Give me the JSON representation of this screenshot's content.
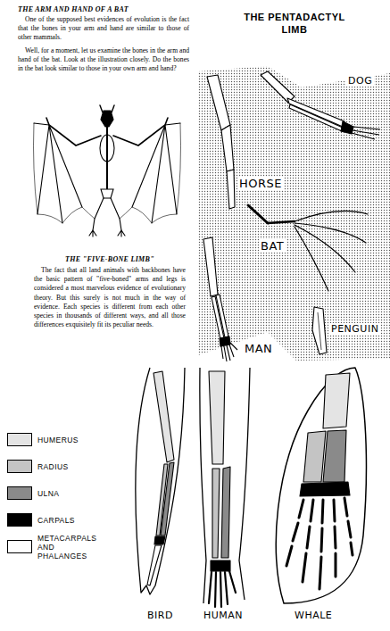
{
  "diagram": {
    "title": "THE PENTADACTYL LIMB",
    "labels": [
      "THE ARM AND HAND OF A BAT",
      "One of the supposed best evidences of evolution is the fact that the bones in your arm and hand are similar to those of other mammals.",
      "Well, for a moment, let us examine the bones in the arm and hand of the bat. Look at the illustration closely. Do the bones in the bat look similar to those in your own arm and hand?",
      "DOG",
      "HORSE",
      "BAT",
      "PENGUIN",
      "MAN",
      "THE \"FIVE-BONE LIMB\"",
      "The fact that all land animals with backbones have the basic pattern of \"five-boned\" arms and legs is considered a most marvelous evidence of evolutionary theory. But this surely is not much in the way of evidence. Each species is different from each other species in thousands of different ways, and all those differences exquisitely fit its peculiar needs.",
      "BIRD",
      "HUMAN",
      "WHALE"
    ],
    "legend": [
      {
        "text": "HUMERUS",
        "color": "#e4e4e4"
      },
      {
        "text": "RADIUS",
        "color": "#c4c4c4"
      },
      {
        "text": "ULNA",
        "color": "#8a8a8a"
      },
      {
        "text": "CARPALS",
        "color": "#000000"
      },
      {
        "text": "METACARPALS AND PHALANGES",
        "color": "#ffffff"
      }
    ]
  }
}
